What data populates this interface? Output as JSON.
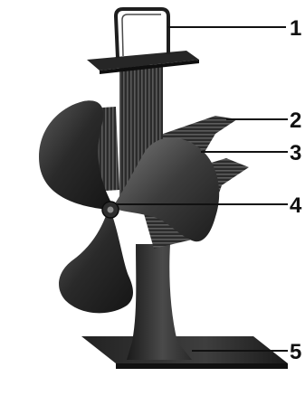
{
  "colors": {
    "background": "#ffffff",
    "metal_dark": "#1b1b1b",
    "metal_mid": "#3a3a3a",
    "metal_light": "#6e6e6e",
    "leader_line": "#111111"
  },
  "callouts": [
    {
      "label": "1",
      "part": "handle"
    },
    {
      "label": "2",
      "part": "heat-sink-fins"
    },
    {
      "label": "3",
      "part": "fan-blade"
    },
    {
      "label": "4",
      "part": "hub"
    },
    {
      "label": "5",
      "part": "base"
    }
  ]
}
